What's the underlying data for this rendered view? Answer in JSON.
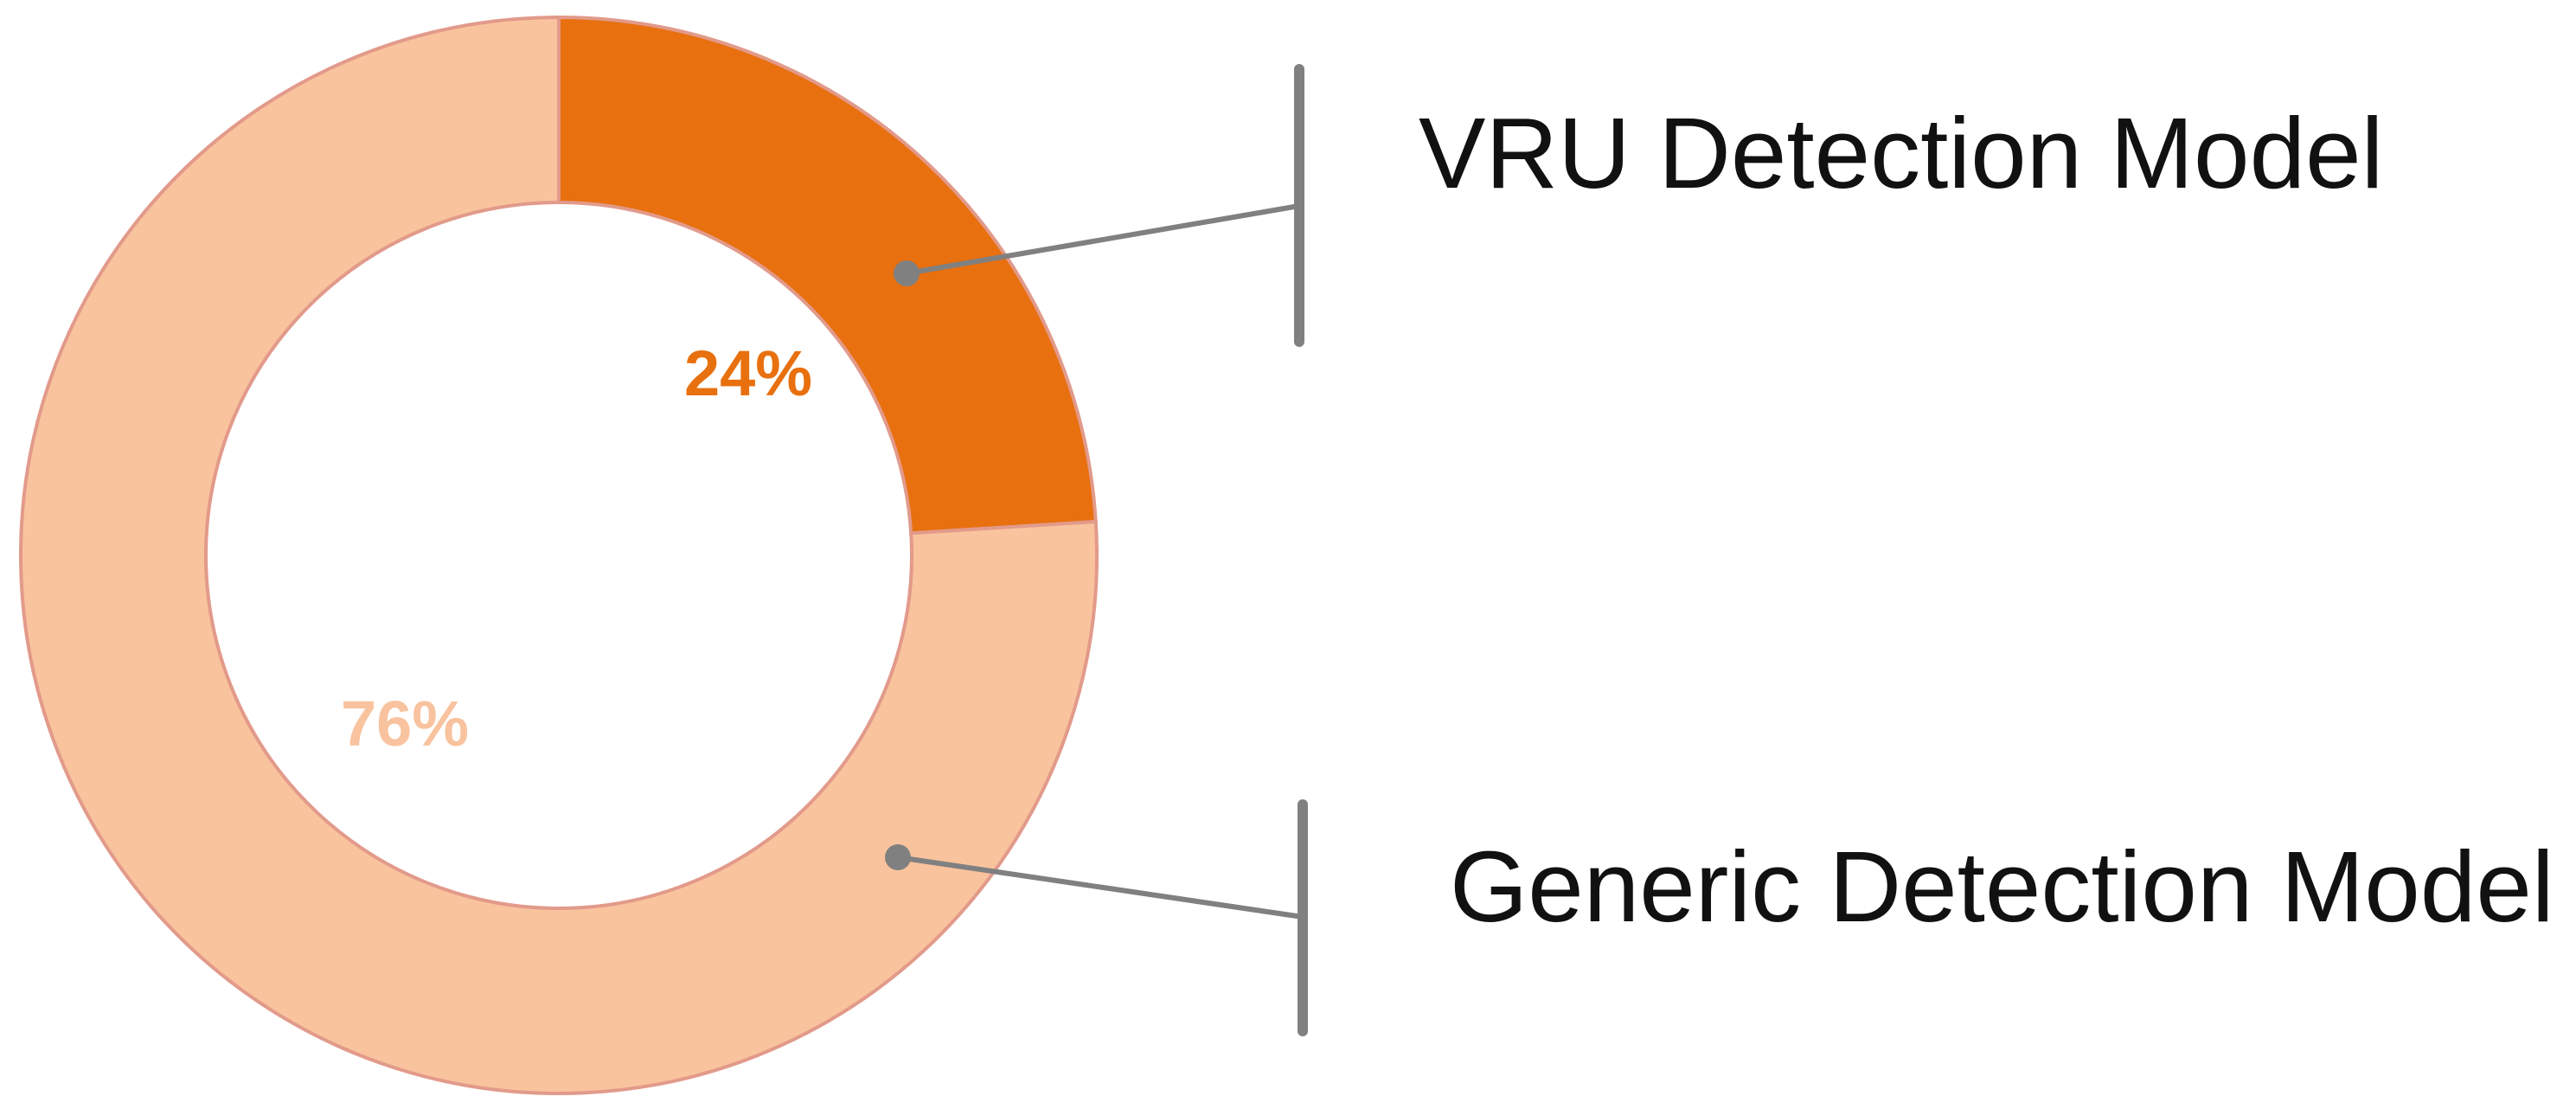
{
  "chart_data": {
    "type": "pie",
    "variant": "donut",
    "slices": [
      {
        "label": "VRU Detection Model",
        "value": 24,
        "value_label": "24%",
        "color": "#E8700F",
        "label_color": "#E8700F"
      },
      {
        "label": "Generic Detection Model",
        "value": 76,
        "value_label": "76%",
        "color": "#F9C39E",
        "label_color": "#F8C39E"
      }
    ],
    "slice_border_color": "#E29A8A",
    "leader_color": "#808080",
    "legend_placement": "right"
  }
}
